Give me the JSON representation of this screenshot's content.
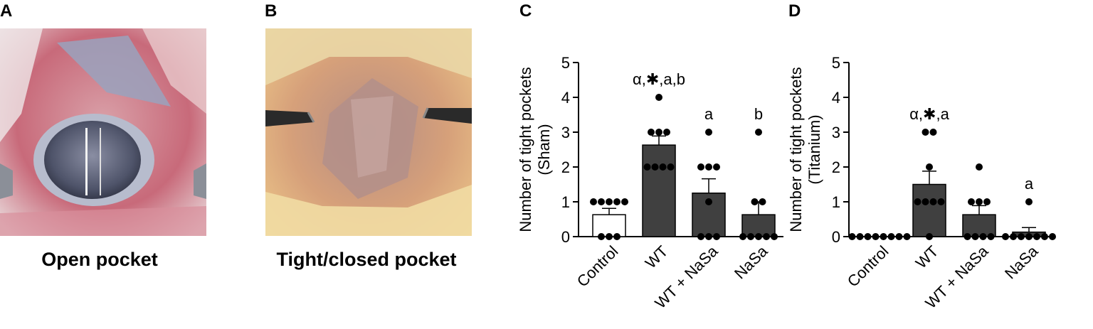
{
  "panels": {
    "a": {
      "letter": "A",
      "caption": "Open pocket"
    },
    "b": {
      "letter": "B",
      "caption": "Tight/closed pocket"
    },
    "c": {
      "letter": "C"
    },
    "d": {
      "letter": "D"
    }
  },
  "colors": {
    "control_bar": "#ffffff",
    "treated_bar": "#404040",
    "points": "#000000"
  },
  "chart_data": [
    {
      "type": "bar",
      "categories": [
        "Control",
        "WT",
        "WT + NaSa",
        "NaSa"
      ],
      "values": [
        0.63,
        2.63,
        1.25,
        0.63
      ],
      "errors": [
        0.18,
        0.26,
        0.41,
        0.37
      ],
      "points": [
        [
          1,
          1,
          1,
          1,
          1,
          0,
          0,
          0
        ],
        [
          4,
          3,
          3,
          3,
          2,
          2,
          2,
          2
        ],
        [
          3,
          2,
          2,
          2,
          1,
          0,
          0,
          0
        ],
        [
          3,
          1,
          1,
          0,
          0,
          0,
          0,
          0
        ]
      ],
      "annotations": [
        "",
        "α,✱,a,b",
        "a",
        "b"
      ],
      "ylabel": [
        "Number of tight pockets",
        "(Sham)"
      ],
      "ylim": [
        0,
        5
      ],
      "yticks": [
        "0",
        "1",
        "2",
        "3",
        "4",
        "5"
      ]
    },
    {
      "type": "bar",
      "categories": [
        "Control",
        "WT",
        "WT + NaSa",
        "NaSa"
      ],
      "values": [
        0,
        1.5,
        0.63,
        0.13
      ],
      "errors": [
        0,
        0.38,
        0.26,
        0.13
      ],
      "points": [
        [
          0,
          0,
          0,
          0,
          0,
          0,
          0,
          0
        ],
        [
          3,
          3,
          2,
          1,
          1,
          1,
          1,
          0
        ],
        [
          2,
          1,
          1,
          1,
          0,
          0,
          0,
          0
        ],
        [
          1,
          0,
          0,
          0,
          0,
          0,
          0,
          0
        ]
      ],
      "annotations": [
        "",
        "α,✱,a",
        "",
        "a"
      ],
      "ylabel": [
        "Number of tight pockets",
        "(Titanium)"
      ],
      "ylim": [
        0,
        5
      ],
      "yticks": [
        "0",
        "1",
        "2",
        "3",
        "4",
        "5"
      ]
    }
  ]
}
